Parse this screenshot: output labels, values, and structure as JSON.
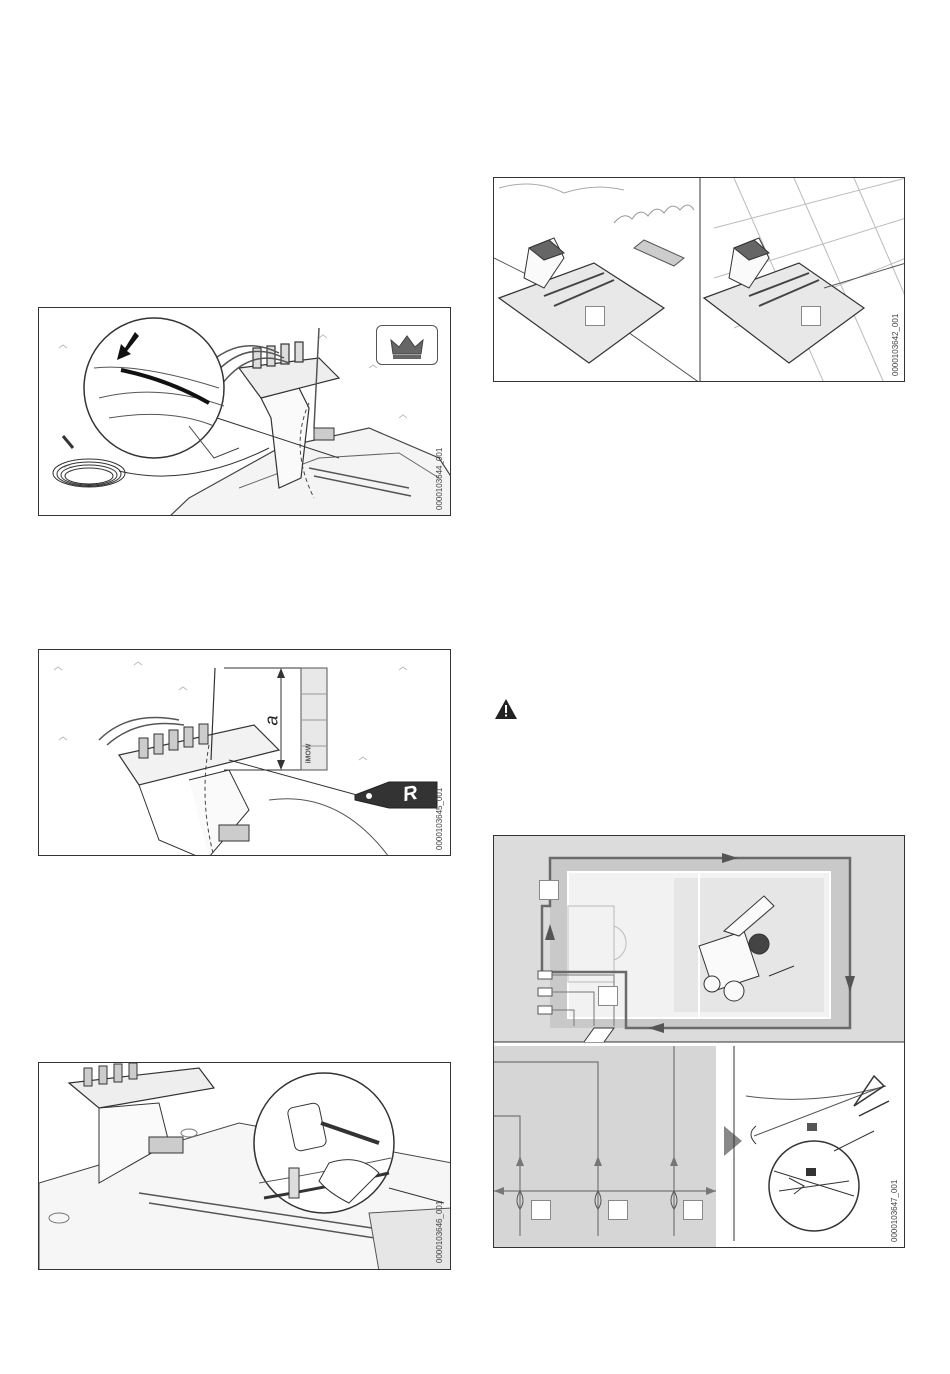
{
  "figures": [
    {
      "id": "fig-cable-in-station",
      "code": "0000103644_001"
    },
    {
      "id": "fig-cable-length-a",
      "code": "0000103645_001",
      "dimension_label": "a",
      "wire_marker_letter": "R",
      "ruler_label": "iMOW"
    },
    {
      "id": "fig-peg-hammer",
      "code": "0000103646_001"
    },
    {
      "id": "fig-station-placement",
      "code": "0000103642_001"
    },
    {
      "id": "fig-boundary-wire-layout",
      "code": "0000103647_001"
    }
  ],
  "icons": {
    "premium": "crown-icon",
    "warning": "warning-triangle-icon"
  },
  "colors": {
    "lawn_gray": "#d8d8d8",
    "path_gray": "#6a6a6a",
    "line_dark": "#333333"
  }
}
